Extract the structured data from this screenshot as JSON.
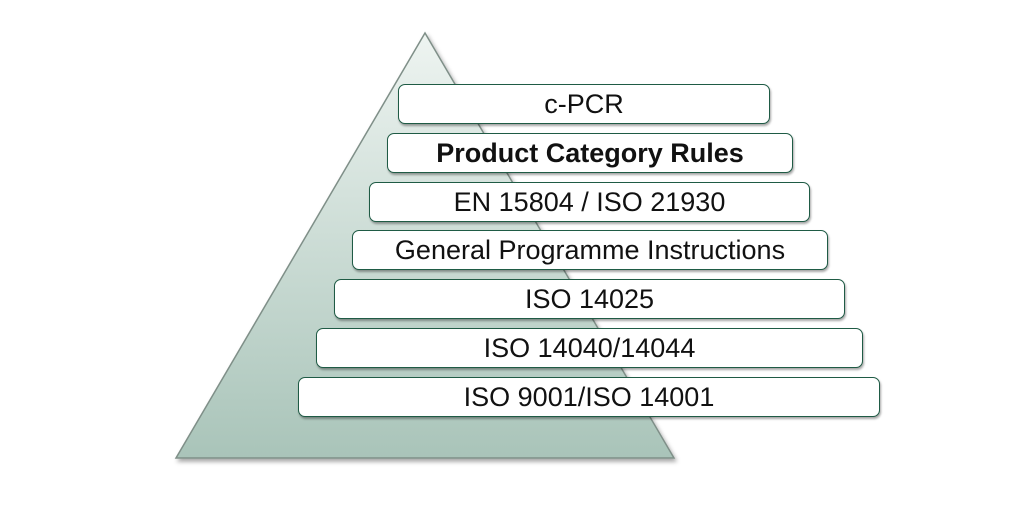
{
  "pyramid": {
    "fill_color_top": "#eef4f1",
    "fill_color_bottom": "#a9c4b9",
    "edge_color": "#7f8f88"
  },
  "box_border_color": "#1f5b45",
  "levels": [
    {
      "label": "c-PCR",
      "bold": false
    },
    {
      "label": "Product Category Rules",
      "bold": true
    },
    {
      "label": "EN 15804 / ISO 21930",
      "bold": false
    },
    {
      "label": "General Programme Instructions",
      "bold": false
    },
    {
      "label": "ISO 14025",
      "bold": false
    },
    {
      "label": "ISO 14040/14044",
      "bold": false
    },
    {
      "label": "ISO 9001/ISO 14001",
      "bold": false
    }
  ]
}
